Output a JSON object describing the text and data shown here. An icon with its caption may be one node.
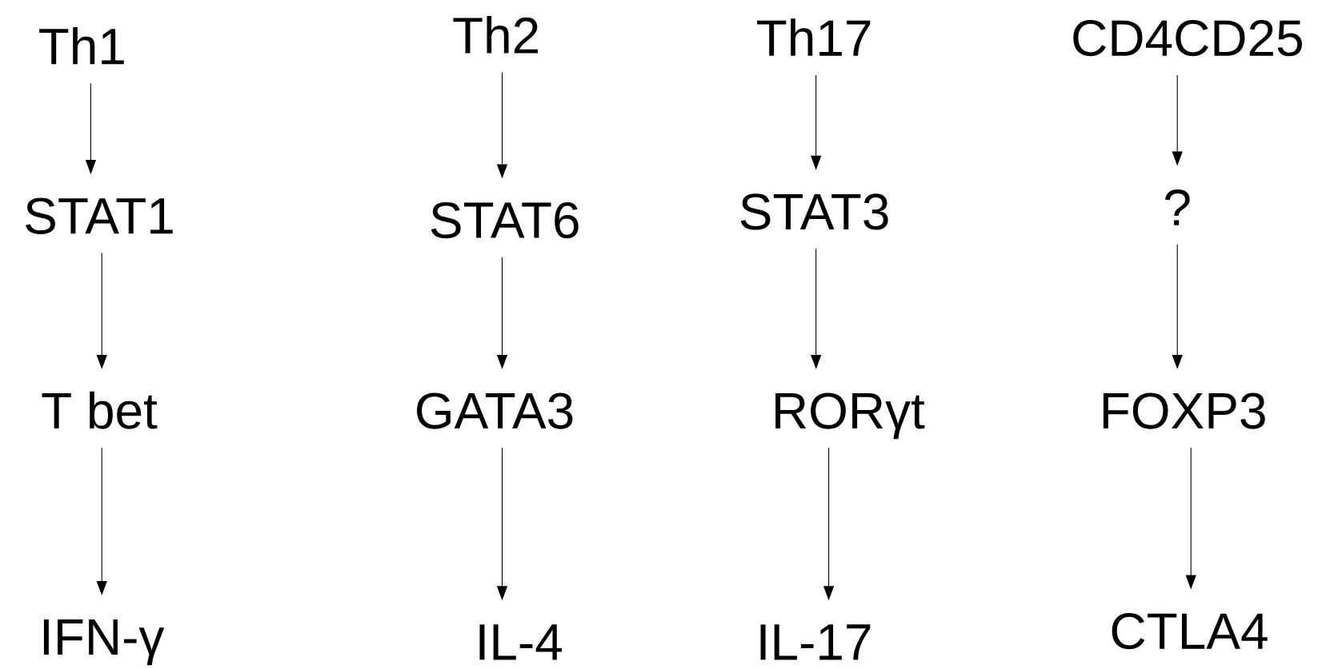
{
  "diagram": {
    "nodes": [
      {
        "text": [
          "Th1"
        ]
      },
      {
        "text": [
          "Th2"
        ]
      },
      {
        "text": [
          "Th17"
        ]
      },
      {
        "text": [
          "CD4CD25"
        ]
      },
      {
        "text": [
          "STAT1"
        ]
      },
      {
        "text": [
          "STAT6"
        ]
      },
      {
        "text": [
          "STAT3"
        ]
      },
      {
        "text": [
          "?"
        ]
      },
      {
        "text": [
          "T bet"
        ]
      },
      {
        "text": [
          "GATA3"
        ]
      },
      {
        "text": [
          "RORγt"
        ]
      },
      {
        "text": [
          "FOXP3"
        ]
      },
      {
        "text": [
          "IFN-γ"
        ]
      },
      {
        "text": [
          "IL-4"
        ]
      },
      {
        "text": [
          "IL-17"
        ]
      },
      {
        "text": [
          "CTLA4"
        ]
      }
    ],
    "edges": [
      {
        "from": 0,
        "to": 4,
        "arrow": "to"
      },
      {
        "from": 4,
        "to": 8,
        "arrow": "to"
      },
      {
        "from": 8,
        "to": 12,
        "arrow": "to"
      },
      {
        "from": 1,
        "to": 5,
        "arrow": "to"
      },
      {
        "from": 5,
        "to": 9,
        "arrow": "to"
      },
      {
        "from": 9,
        "to": 13,
        "arrow": "to"
      },
      {
        "from": 2,
        "to": 6,
        "arrow": "to"
      },
      {
        "from": 6,
        "to": 10,
        "arrow": "to"
      },
      {
        "from": 10,
        "to": 14,
        "arrow": "to"
      },
      {
        "from": 3,
        "to": 7,
        "arrow": "to"
      },
      {
        "from": 7,
        "to": 11,
        "arrow": "to"
      },
      {
        "from": 11,
        "to": 15,
        "arrow": "to"
      }
    ]
  }
}
